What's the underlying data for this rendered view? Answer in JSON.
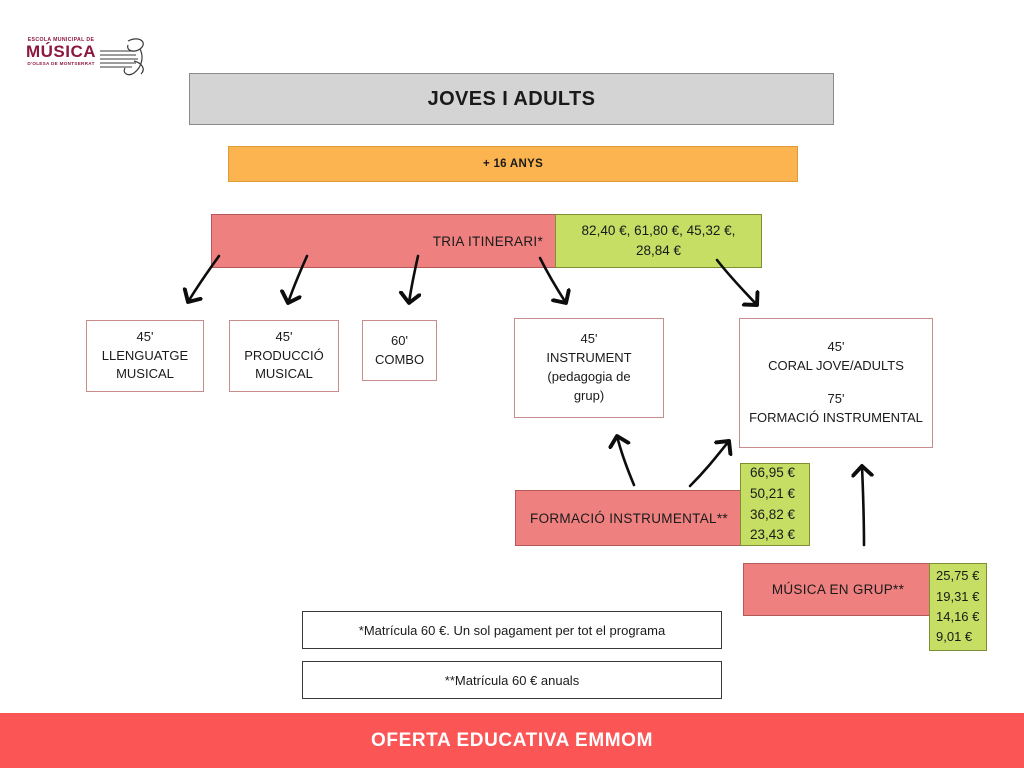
{
  "logo": {
    "top_line": "ESCOLA MUNICIPAL DE",
    "main_line": "MÚSICA",
    "bottom_line": "D'OLESA DE MONTSERRAT",
    "mark": "treble-clef-staff-icon",
    "color": "#8C1840"
  },
  "header": {
    "title": "JOVES I ADULTS",
    "age_band": "+ 16 ANYS"
  },
  "itinerary": {
    "label": "TRIA ITINERARI*",
    "prices": "82,40 €, 61,80 €, 45,32 €, 28,84 €"
  },
  "options": [
    {
      "id": "llenguatge",
      "duration": "45'",
      "line1": "LLENGUATGE",
      "line2": "MUSICAL"
    },
    {
      "id": "produccio",
      "duration": "45'",
      "line1": "PRODUCCIÓ",
      "line2": "MUSICAL"
    },
    {
      "id": "combo",
      "duration": "60'",
      "line1": "COMBO",
      "line2": ""
    },
    {
      "id": "instrument",
      "duration": "45'",
      "line1": "INSTRUMENT",
      "line2": "(pedagogia de",
      "line3": "grup)"
    },
    {
      "id": "coral",
      "duration": "45'",
      "line1": "CORAL JOVE/ADULTS",
      "duration2": "75'",
      "line2": "FORMACIÓ INSTRUMENTAL"
    }
  ],
  "formacio": {
    "label": "FORMACIÓ INSTRUMENTAL**",
    "prices": [
      "66,95 €",
      "50,21 €",
      "36,82 €",
      "23,43 €"
    ]
  },
  "musica_grup": {
    "label": "MÚSICA EN GRUP**",
    "prices": [
      "25,75 €",
      "19,31 €",
      "14,16 €",
      "9,01 €"
    ]
  },
  "notes": {
    "note_one": "*Matrícula 60 €. Un sol pagament per tot el programa",
    "note_two": "**Matrícula 60 € anuals"
  },
  "footer": {
    "text": "OFERTA EDUCATIVA EMMOM"
  },
  "colors": {
    "rose": "#EE8080",
    "green": "#C7DE65",
    "orange": "#FBB450",
    "gray": "#D4D4D4",
    "footer_red": "#FB5555",
    "box_border": "#C98C8C",
    "brand": "#8C1840"
  }
}
